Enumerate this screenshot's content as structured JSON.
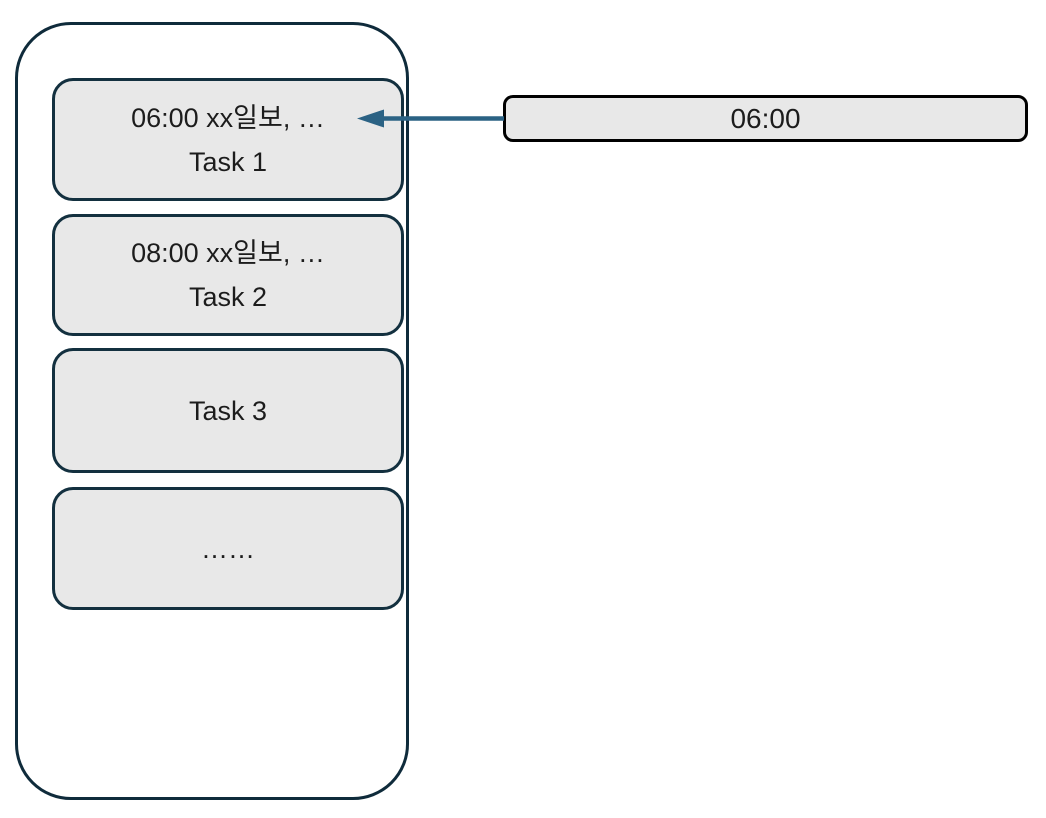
{
  "phone": {
    "tasks": [
      {
        "lines": [
          "06:00 xx일보, …",
          "Task 1"
        ]
      },
      {
        "lines": [
          "08:00 xx일보, …",
          "Task 2"
        ]
      },
      {
        "lines": [
          "Task 3"
        ]
      },
      {
        "lines": [
          "……"
        ]
      }
    ]
  },
  "alarm": {
    "time": "06:00"
  },
  "colors": {
    "outline": "#0f2b3b",
    "box_fill": "#e8e8e8",
    "alarm_border": "#000000",
    "arrow": "#2b6284",
    "text": "#1c1c1c"
  }
}
